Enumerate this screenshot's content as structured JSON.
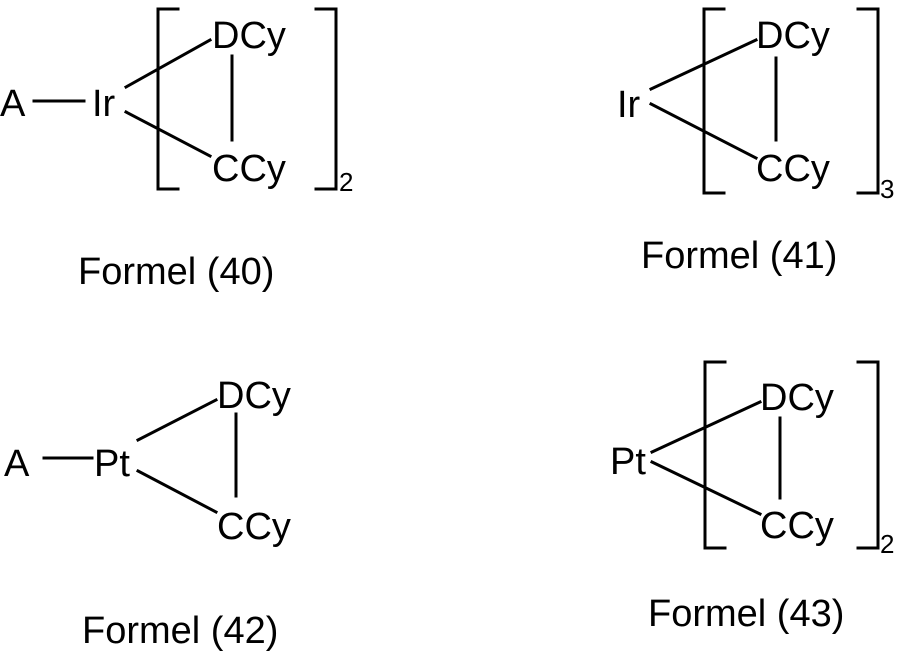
{
  "formulas": [
    {
      "substituent": "A",
      "metal": "Ir",
      "donor": "DCy",
      "carbon": "CCy",
      "subscript": "2",
      "caption": "Formel (40)"
    },
    {
      "metal": "Ir",
      "donor": "DCy",
      "carbon": "CCy",
      "subscript": "3",
      "caption": "Formel (41)"
    },
    {
      "substituent": "A",
      "metal": "Pt",
      "donor": "DCy",
      "carbon": "CCy",
      "caption": "Formel (42)"
    },
    {
      "metal": "Pt",
      "donor": "DCy",
      "carbon": "CCy",
      "subscript": "2",
      "caption": "Formel (43)"
    }
  ]
}
